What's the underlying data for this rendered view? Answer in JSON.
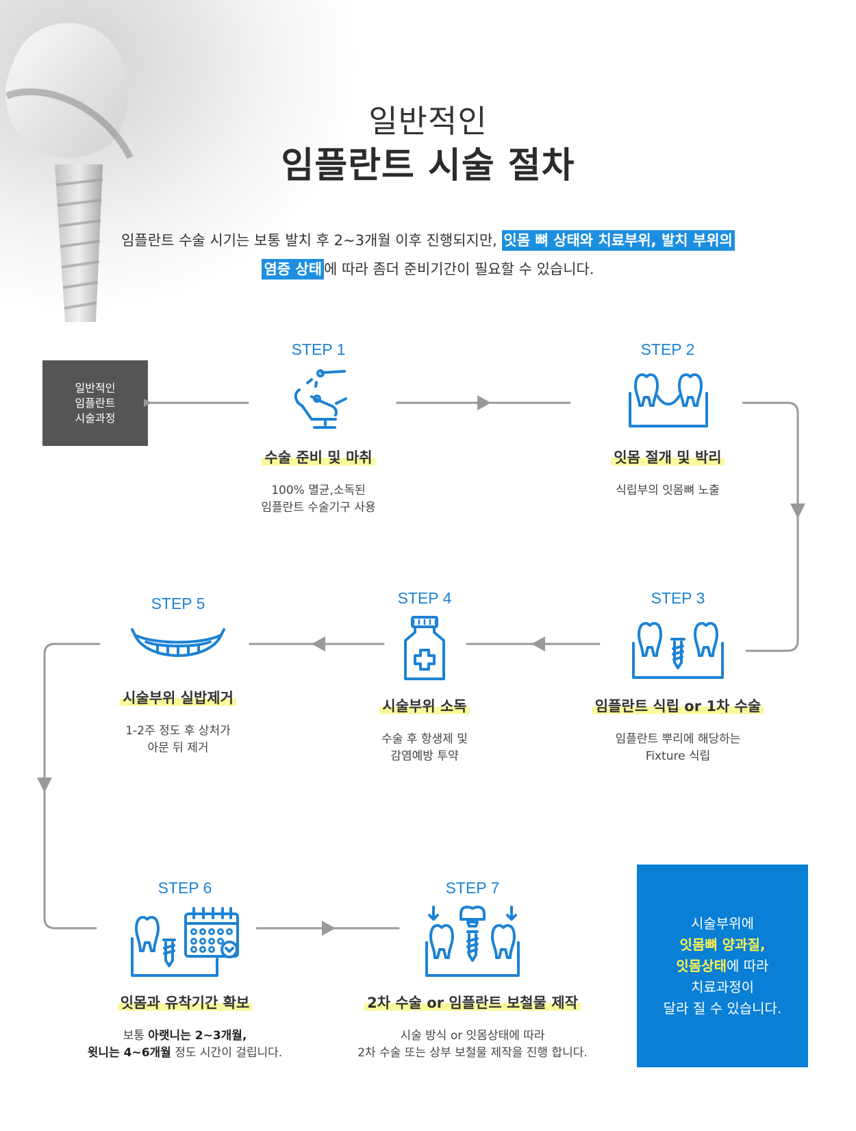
{
  "header": {
    "title_line1": "일반적인",
    "title_line2": "임플란트 시술 절차"
  },
  "intro": {
    "part1": "임플란트 수술 시기는 보통 발치 후 2~3개월 이후 진행되지만, ",
    "highlight1": "잇몸 뼈 상태와 치료부위, 발치 부위의",
    "highlight2": "염증 상태",
    "part2": "에 따라 좀더 준비기간이 필요할 수 있습니다."
  },
  "process_box": {
    "label": "일반적인\n임플란트\n시술과정"
  },
  "steps": [
    {
      "label": "STEP 1",
      "title": "수술 준비 및 마취",
      "desc": "100% 멸균,소독된\n임플란트 수술기구 사용",
      "icon": "dental-chair-icon"
    },
    {
      "label": "STEP 2",
      "title": "잇몸 절개 및 박리",
      "desc": "식립부의 잇몸뼈 노출",
      "icon": "gum-incision-icon"
    },
    {
      "label": "STEP 3",
      "title": "임플란트 식립 or 1차 수술",
      "desc": "임플란트 뿌리에 해당하는\nFixture 식립",
      "icon": "implant-fixture-icon"
    },
    {
      "label": "STEP 4",
      "title": "시술부위 소독",
      "desc": "수술 후 항생제 및\n감염예방 투약",
      "icon": "medicine-bottle-icon"
    },
    {
      "label": "STEP 5",
      "title": "시술부위 실밥제거",
      "desc": "1-2주 정도 후 상처가\n아문 뒤 제거",
      "icon": "smile-icon"
    },
    {
      "label": "STEP 6",
      "title": "잇몸과 유착기간 확보",
      "desc_pre": "보통 ",
      "desc_b1": "아랫니는 2~3개월,",
      "desc_b2": "윗니는 4~6개월",
      "desc_post": " 정도 시간이 걸립니다.",
      "icon": "calendar-implant-icon"
    },
    {
      "label": "STEP 7",
      "title": "2차 수술 or 임플란트 보철물 제작",
      "desc": "시술 방식 or 잇몸상태에 따라\n2차 수술 또는 상부 보철물 제작을 진행 합니다.",
      "icon": "crown-implant-icon"
    }
  ],
  "note": {
    "line1": "시술부위에",
    "yl1": "잇몸뼈 양과질,",
    "yl2": "잇몸상태",
    "line3_post": "에 따라",
    "line4": "치료과정이",
    "line5": "달라 질 수 있습니다."
  },
  "colors": {
    "accent_blue": "#1c82d4",
    "note_bg": "#0a7fd6",
    "highlight_yellow": "#fbf79b",
    "note_yellow": "#fff44d",
    "line_gray": "#999999",
    "box_gray": "#555555"
  }
}
